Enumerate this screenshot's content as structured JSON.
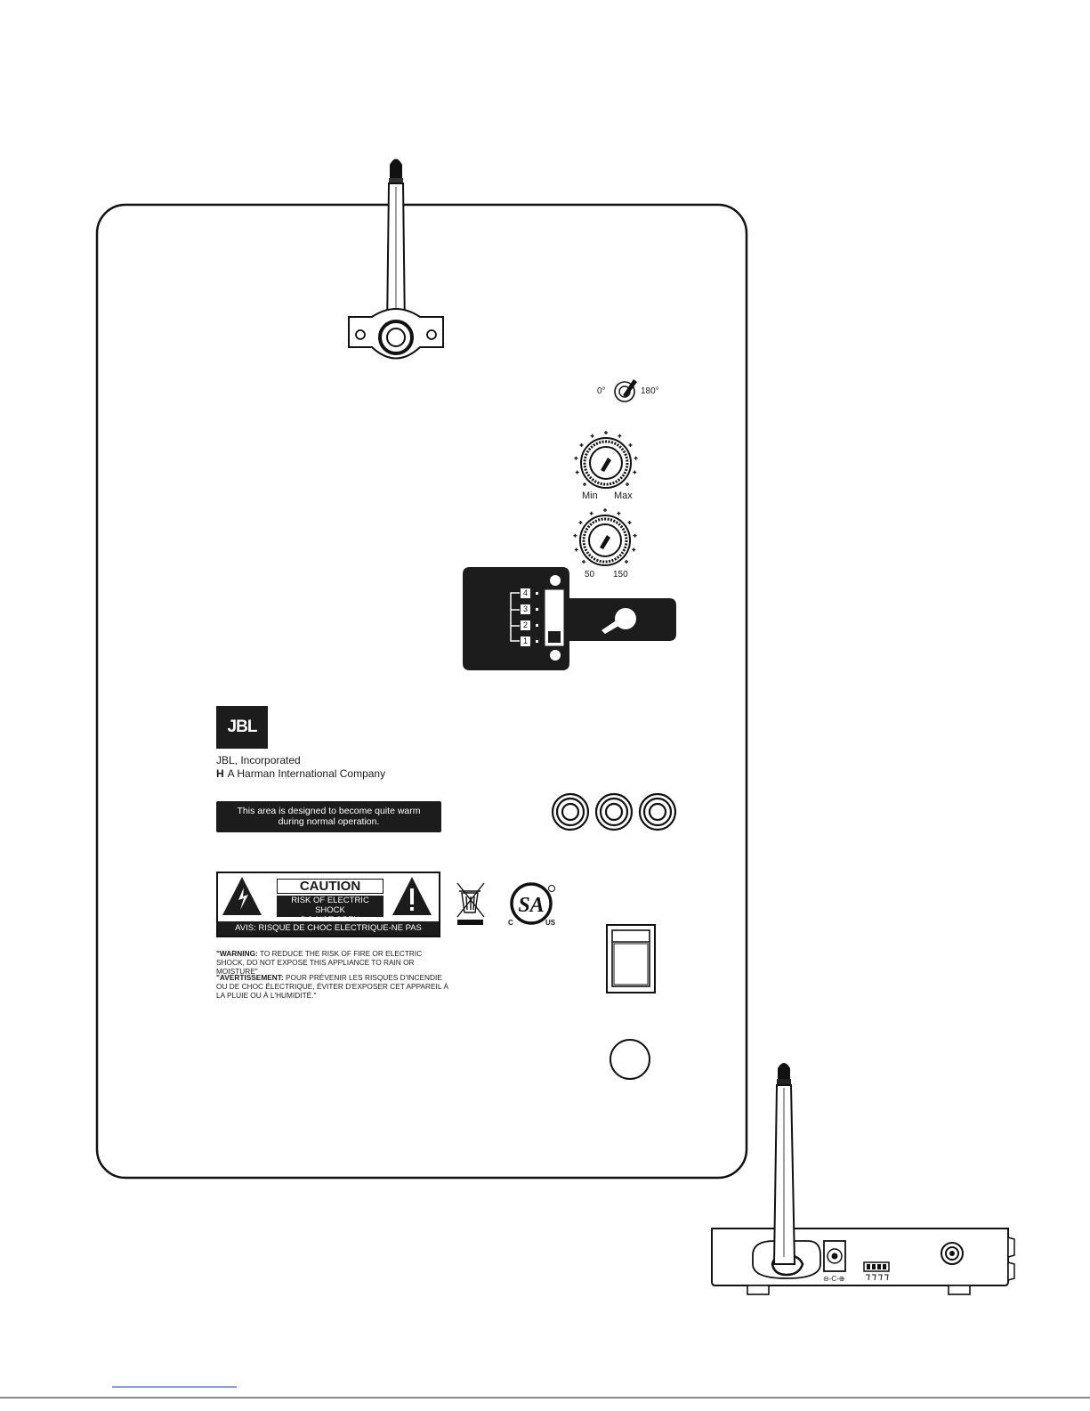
{
  "phase_switch": {
    "label_left": "0°",
    "label_right": "180°"
  },
  "volume_knob": {
    "label_min": "Min",
    "label_max": "Max"
  },
  "crossover_knob": {
    "label_low": "50",
    "label_high": "150"
  },
  "channel_selector": {
    "channels": [
      "4",
      "3",
      "2",
      "1"
    ]
  },
  "brand": {
    "logo_text": "JBL",
    "company_line1": "JBL, Incorporated",
    "company_line2": "A Harman International Company"
  },
  "heat_notice": {
    "line1": "This area is designed to become quite warm",
    "line2": "during normal operation."
  },
  "caution_label": {
    "title": "CAUTION",
    "line1": "RISK OF ELECTRIC SHOCK",
    "line2": "DO NOT OPEN",
    "bottom": "AVIS: RISQUE DE CHOC ELECTRIQUE-NE PAS OUVRIR."
  },
  "warning_en": {
    "bold": "\"WARNING:",
    "text": " TO REDUCE THE RISK OF FIRE OR ELECTRIC SHOCK, DO NOT EXPOSE THIS APPLIANCE TO RAIN OR MOISTURE\""
  },
  "warning_fr": {
    "bold": "\"AVERTISSEMENT:",
    "text": " POUR PRÉVENIR LES RISQUES D'INCENDIE OU DE CHOC ÉLECTRIQUE, ÉVITER D'EXPOSER CET APPAREIL À LA PLUIE OU À L'HUMIDITÉ.\""
  },
  "csa_mark": {
    "left": "C",
    "right": "US"
  },
  "transmitter": {
    "dc_label": "⊖-C-⊕"
  }
}
